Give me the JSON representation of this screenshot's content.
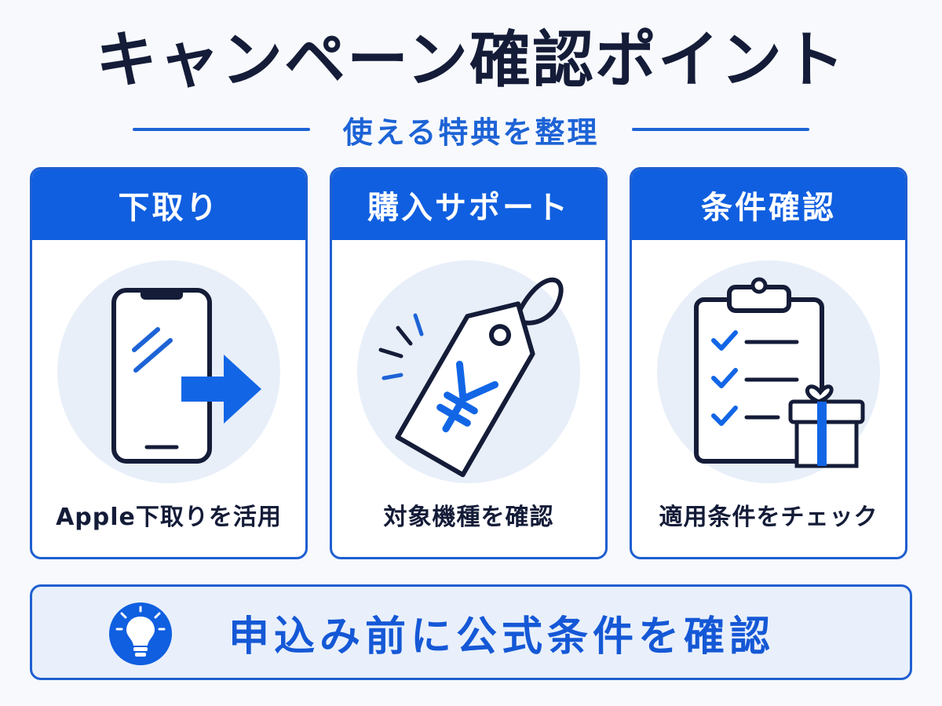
{
  "title": "キャンペーン確認ポイント",
  "subtitle": "使える特典を整理",
  "cards": [
    {
      "header": "下取り",
      "caption": "Apple下取りを活用",
      "icon": "phone-trade-in-icon"
    },
    {
      "header": "購入サポート",
      "caption": "対象機種を確認",
      "icon": "yen-price-tag-icon"
    },
    {
      "header": "条件確認",
      "caption": "適用条件をチェック",
      "icon": "checklist-gift-icon"
    }
  ],
  "bottom": {
    "text": "申込み前に公式条件を確認",
    "icon": "lightbulb-icon"
  },
  "colors": {
    "accent": "#0f5fe0",
    "navy": "#141c38",
    "circle": "#e8eff9",
    "background": "#f7f9fc"
  }
}
